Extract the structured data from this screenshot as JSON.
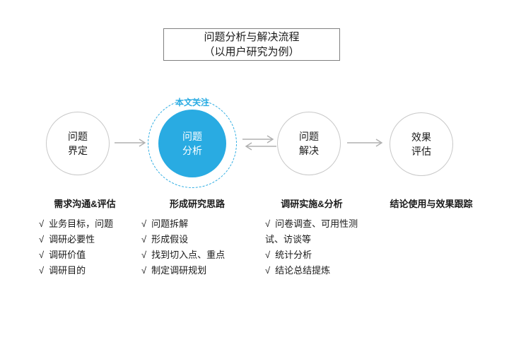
{
  "title": {
    "line1": "问题分析与解决流程",
    "line2": "（以用户研究为例）"
  },
  "focus_label": "本文关注",
  "glyphs": {
    "check": "√"
  },
  "stages": [
    {
      "circle": {
        "line1": "问题",
        "line2": "界定"
      },
      "header": "需求沟通&评估",
      "items": [
        "业务目标，问题",
        "调研必要性",
        "调研价值",
        "调研目的"
      ]
    },
    {
      "circle": {
        "line1": "问题",
        "line2": "分析"
      },
      "header": "形成研究思路",
      "items": [
        "问题拆解",
        "形成假设",
        "找到切入点、重点",
        "制定调研规划"
      ]
    },
    {
      "circle": {
        "line1": "问题",
        "line2": "解决"
      },
      "header": "调研实施&分析",
      "items": [
        "问卷调查、可用性测试、访谈等",
        "统计分析",
        "结论总结提炼"
      ]
    },
    {
      "circle": {
        "line1": "效果",
        "line2": "评估"
      },
      "header": "结论使用与效果跟踪",
      "items": []
    }
  ],
  "colors": {
    "accent_blue": "#29abe2",
    "circle_border": "#c8c8c8",
    "arrow_gray": "#b0b0b0",
    "title_border": "#808080",
    "text_dark": "#1a1a1a"
  }
}
